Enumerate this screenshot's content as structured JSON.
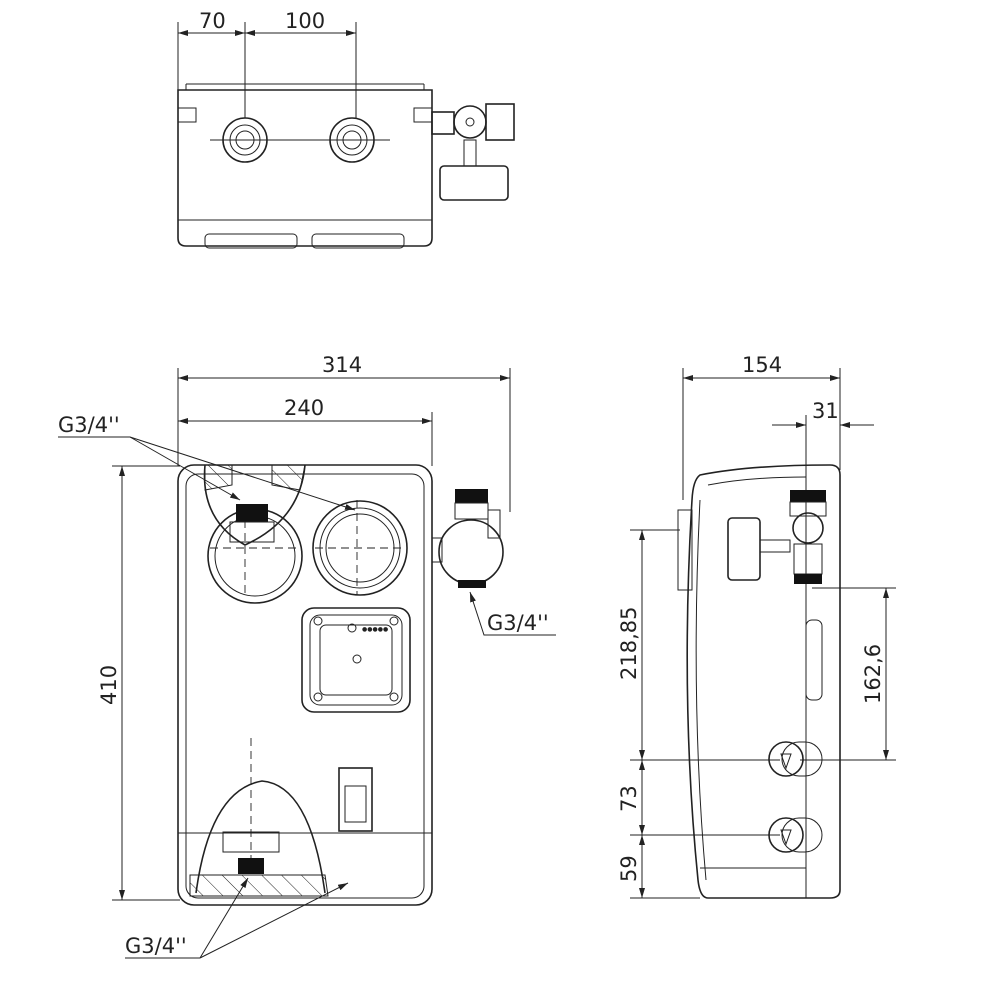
{
  "top_view": {
    "dim_left": "70",
    "dim_right": "100"
  },
  "front_view": {
    "dim_total_width": "314",
    "dim_body_width": "240",
    "dim_height": "410",
    "thread_top_label": "G3/4''",
    "thread_valve_label": "G3/4''",
    "thread_bottom_label": "G3/4''"
  },
  "side_view": {
    "dim_depth": "154",
    "dim_valve_offset": "31",
    "dim_left_height": "218,85",
    "dim_right_height": "162,6",
    "dim_middle": "73",
    "dim_bottom": "59"
  }
}
